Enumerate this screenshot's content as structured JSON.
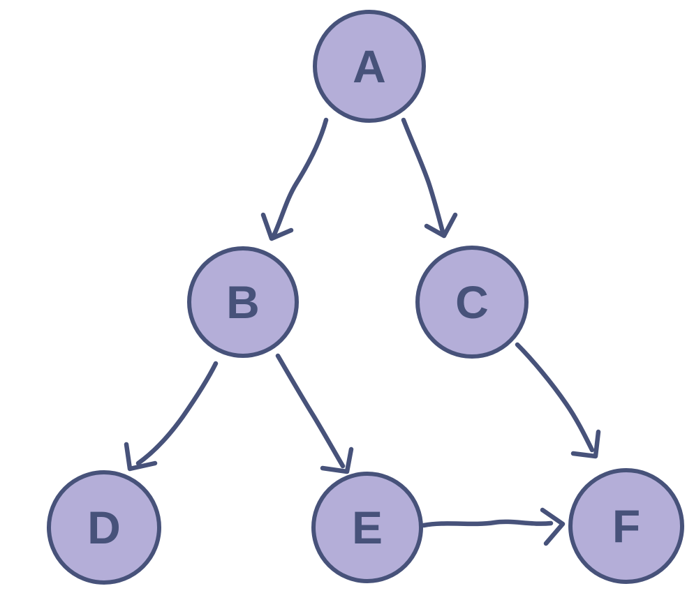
{
  "colors": {
    "background": "#ffffff",
    "node_fill": "#b4aed8",
    "node_stroke": "#47527a",
    "edge_stroke": "#47527a",
    "label_color": "#47527a"
  },
  "graph": {
    "type": "directed-graph",
    "nodes": [
      {
        "id": "A",
        "label": "A",
        "level": "top"
      },
      {
        "id": "B",
        "label": "B",
        "level": "middle"
      },
      {
        "id": "C",
        "label": "C",
        "level": "middle"
      },
      {
        "id": "D",
        "label": "D",
        "level": "bottom"
      },
      {
        "id": "E",
        "label": "E",
        "level": "bottom"
      },
      {
        "id": "F",
        "label": "F",
        "level": "bottom"
      }
    ],
    "edges": [
      {
        "from": "A",
        "to": "B"
      },
      {
        "from": "A",
        "to": "C"
      },
      {
        "from": "B",
        "to": "D"
      },
      {
        "from": "B",
        "to": "E"
      },
      {
        "from": "C",
        "to": "F"
      },
      {
        "from": "E",
        "to": "F"
      }
    ]
  }
}
